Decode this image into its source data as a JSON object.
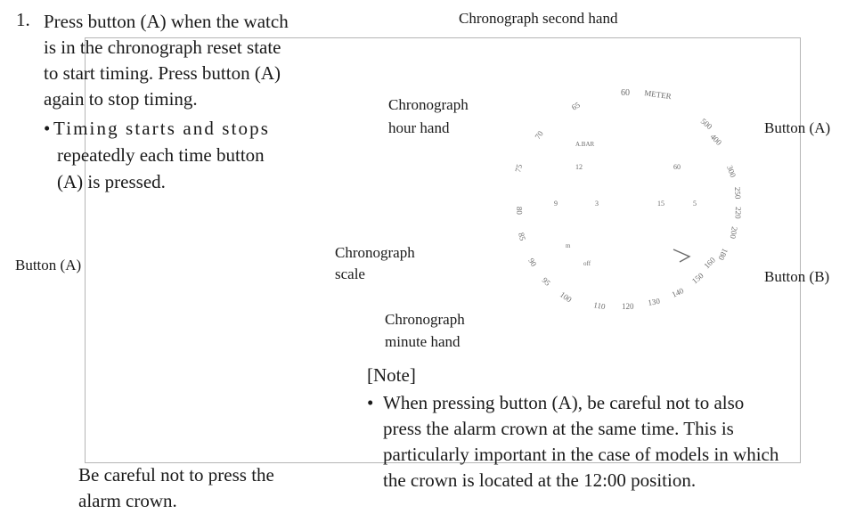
{
  "instruction": {
    "number": "1.",
    "lines": [
      "Press button (A) when the watch",
      "is in the chronograph reset state",
      "to start timing. Press button (A)",
      "again to stop timing."
    ],
    "bullet": "•",
    "bullet_lines": [
      "Timing starts and stops",
      "repeatedly each time button",
      "(A) is pressed."
    ]
  },
  "labels": {
    "chronograph_second_hand": "Chronograph second hand",
    "chronograph_hour_hand": [
      "Chronograph",
      "hour hand"
    ],
    "chronograph_scale": [
      "Chronograph",
      "scale"
    ],
    "chronograph_minute_hand": [
      "Chronograph",
      "minute hand"
    ],
    "button_a_left": "Button (A)",
    "button_a_right": "Button (A)",
    "button_b": "Button (B)"
  },
  "dial": {
    "outer_scale": [
      "60",
      "METER",
      "500",
      "400",
      "300",
      "250",
      "220",
      "200",
      "180",
      "160",
      "150",
      "140",
      "130",
      "120",
      "110",
      "100",
      "95",
      "90",
      "85",
      "80",
      "75",
      "70",
      "65"
    ],
    "inner_marks": [
      "9",
      "3",
      "15",
      "5",
      "12",
      "60"
    ],
    "small_text": [
      "A.BAR",
      "off",
      "m"
    ]
  },
  "caution": {
    "lines": [
      "Be careful not to press the",
      "alarm crown."
    ]
  },
  "note": {
    "heading": "[Note]",
    "bullet": "•",
    "lines": [
      "When pressing button (A), be careful not to also",
      "press the alarm crown at the same time. This is",
      "particularly important in the case of models in which",
      "the crown is located at the 12:00 position."
    ]
  }
}
